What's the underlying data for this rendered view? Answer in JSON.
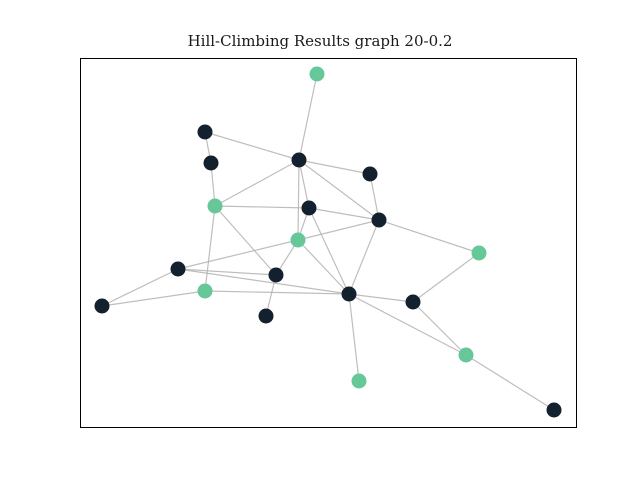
{
  "title": "Hill-Climbing Results graph 20-0.2",
  "colors": {
    "dark_node": "#13212f",
    "light_node": "#66c898",
    "edge": "#b3b3b3"
  },
  "graph": {
    "nodes": [
      {
        "id": "n0",
        "group": "light"
      },
      {
        "id": "n1",
        "group": "dark"
      },
      {
        "id": "n2",
        "group": "dark"
      },
      {
        "id": "n3",
        "group": "dark"
      },
      {
        "id": "n4",
        "group": "dark"
      },
      {
        "id": "n5",
        "group": "light"
      },
      {
        "id": "n6",
        "group": "dark"
      },
      {
        "id": "n7",
        "group": "dark"
      },
      {
        "id": "n8",
        "group": "light"
      },
      {
        "id": "n9",
        "group": "light"
      },
      {
        "id": "n10",
        "group": "dark"
      },
      {
        "id": "n11",
        "group": "dark"
      },
      {
        "id": "n12",
        "group": "light"
      },
      {
        "id": "n13",
        "group": "dark"
      },
      {
        "id": "n14",
        "group": "dark"
      },
      {
        "id": "n15",
        "group": "dark"
      },
      {
        "id": "n16",
        "group": "dark"
      },
      {
        "id": "n17",
        "group": "light"
      },
      {
        "id": "n18",
        "group": "light"
      },
      {
        "id": "n19",
        "group": "dark"
      }
    ],
    "edges": [
      [
        "n0",
        "n3"
      ],
      [
        "n1",
        "n3"
      ],
      [
        "n1",
        "n2"
      ],
      [
        "n2",
        "n5"
      ],
      [
        "n3",
        "n5"
      ],
      [
        "n3",
        "n4"
      ],
      [
        "n3",
        "n6"
      ],
      [
        "n3",
        "n7"
      ],
      [
        "n3",
        "n8"
      ],
      [
        "n4",
        "n7"
      ],
      [
        "n5",
        "n6"
      ],
      [
        "n5",
        "n12"
      ],
      [
        "n5",
        "n11"
      ],
      [
        "n6",
        "n7"
      ],
      [
        "n6",
        "n8"
      ],
      [
        "n6",
        "n14"
      ],
      [
        "n7",
        "n8"
      ],
      [
        "n7",
        "n14"
      ],
      [
        "n7",
        "n9"
      ],
      [
        "n8",
        "n10"
      ],
      [
        "n8",
        "n11"
      ],
      [
        "n8",
        "n14"
      ],
      [
        "n10",
        "n11"
      ],
      [
        "n10",
        "n13"
      ],
      [
        "n10",
        "n14"
      ],
      [
        "n11",
        "n16"
      ],
      [
        "n12",
        "n14"
      ],
      [
        "n14",
        "n15"
      ],
      [
        "n14",
        "n17"
      ],
      [
        "n14",
        "n18"
      ],
      [
        "n15",
        "n9"
      ],
      [
        "n15",
        "n18"
      ],
      [
        "n18",
        "n19"
      ],
      [
        "n13",
        "n12"
      ]
    ]
  }
}
